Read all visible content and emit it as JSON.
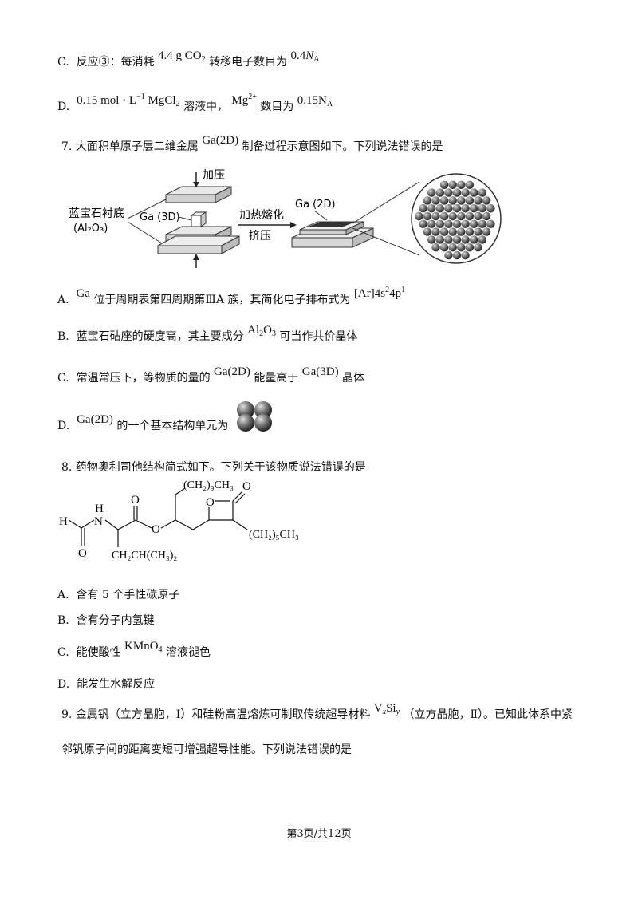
{
  "q6": {
    "C": {
      "prefix": "C.",
      "text1": "反应③：每消耗",
      "math1": "4.4 g CO",
      "math1_sub": "2",
      "text2": "转移电子数目为",
      "math2": "0.4",
      "math2_it": "N",
      "math2_sub": "A"
    },
    "D": {
      "prefix": "D.",
      "math1": "0.15 mol · L",
      "math1_sup": "−1",
      "math2": " MgCl",
      "math2_sub": "2",
      "text1": "溶液中，",
      "math3": "Mg",
      "math3_sup": "2+",
      "text2": "数目为",
      "math4": "0.15N",
      "math4_sub": "A"
    }
  },
  "q7": {
    "stem_prefix": "7. 大面积单原子层二维金属",
    "stem_math": "Ga(2D)",
    "stem_suffix": "制备过程示意图如下。下列说法错误的是",
    "figure": {
      "label_substrate_1": "蓝宝石衬底",
      "label_substrate_2": "(Al₂O₃)",
      "label_ga3d": "Ga (3D)",
      "label_press": "加压",
      "label_heat": "加热熔化",
      "label_squeeze": "挤压",
      "label_ga2d": "Ga (2D)"
    },
    "A": {
      "prefix": "A.",
      "math1": "Ga",
      "text1": "位于周期表第四周期第ⅢA 族，其简化电子排布式为",
      "math2a": "[Ar]4s",
      "math2a_sup": "2",
      "math2b": "4p",
      "math2b_sup": "1"
    },
    "B": {
      "prefix": "B.",
      "text1": "蓝宝石砧座的硬度高，其主要成分",
      "math1": "Al",
      "math1_sub1": "2",
      "math1b": "O",
      "math1_sub2": "3",
      "text2": "可当作共价晶体"
    },
    "C": {
      "prefix": "C.",
      "text1": "常温常压下，等物质的量的",
      "math1": "Ga(2D)",
      "text2": "能量高于",
      "math2": "Ga(3D)",
      "text3": "晶体"
    },
    "D": {
      "prefix": "D.",
      "math1": "Ga(2D)",
      "text1": "的一个基本结构单元为"
    }
  },
  "q8": {
    "stem": "8. 药物奥利司他结构简式如下。下列关于该物质说法错误的是",
    "structure": {
      "H": "H",
      "N": "N",
      "H_on_N": "H",
      "O_carbonyl1": "O",
      "O_carbonyl2": "O",
      "O_ester": "O",
      "O_ring": "O",
      "O_lactone": "O",
      "chain_top": "(CH₂)₉CH₃",
      "chain_right": "(CH₂)₅CH₃",
      "chain_bottom": "CH₂CH(CH₃)₂"
    },
    "A": {
      "prefix": "A.",
      "text": "含有 5 个手性碳原子"
    },
    "B": {
      "prefix": "B.",
      "text": "含有分子内氢键"
    },
    "C": {
      "prefix": "C.",
      "text1": "能使酸性",
      "math1": "KMnO",
      "math1_sub": "4",
      "text2": "溶液褪色"
    },
    "D": {
      "prefix": "D.",
      "text": "能发生水解反应"
    }
  },
  "q9": {
    "line1_prefix": "9. 金属钒（立方晶胞，Ⅰ）和硅粉高温熔炼可制取传统超导材料",
    "math1a": "V",
    "math1_sub1": "x",
    "math1b": "Si",
    "math1_sub2": "y",
    "line1_suffix": "（立方晶胞，Ⅱ）。已知此体系中紧",
    "line2": "邻钒原子间的距离变短可增强超导性能。下列说法错误的是"
  },
  "footer": "第3页/共12页"
}
